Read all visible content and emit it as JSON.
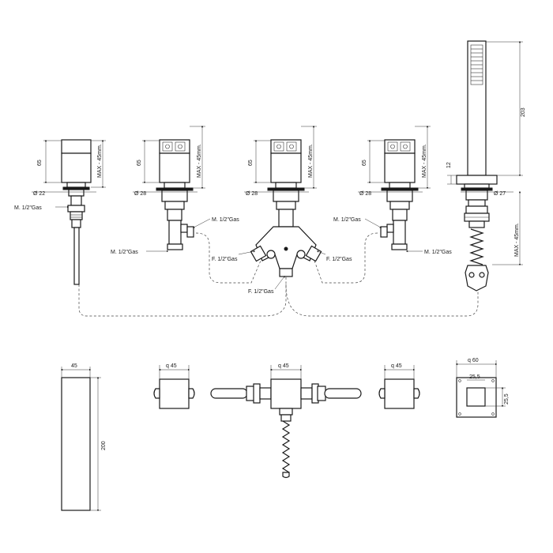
{
  "side_view": {
    "spout": {
      "height": "65",
      "diameter": "Ø 22",
      "thread": "M. 1/2\"Gas",
      "max": "MAX - 45mm."
    },
    "mixer_left": {
      "height": "65",
      "diameter": "Ø 28",
      "thread_side": "M. 1/2\"Gas",
      "thread_bottom": "M. 1/2\"Gas",
      "max": "MAX - 45mm."
    },
    "diverter": {
      "height": "65",
      "diameter": "Ø 28",
      "thread_left": "F. 1/2\"Gas",
      "thread_right": "F. 1/2\"Gas",
      "thread_bottom": "F. 1/2\"Gas",
      "max": "MAX - 45mm."
    },
    "mixer_right": {
      "height": "65",
      "diameter": "Ø 28",
      "thread_side": "M. 1/2\"Gas",
      "thread_bottom": "M. 1/2\"Gas",
      "max": "MAX - 45mm."
    },
    "hand_shower": {
      "length": "203",
      "collar": "12",
      "diameter": "Ø 27",
      "max": "MAX - 45mm."
    }
  },
  "top_view": {
    "spout": {
      "width": "45",
      "length": "200"
    },
    "mixer_left": {
      "width": "q  45"
    },
    "diverter": {
      "width": "q  45"
    },
    "mixer_right": {
      "width": "q  45"
    },
    "holder": {
      "width": "q  60",
      "inner_width": "25,5",
      "inner_height": "25,5"
    }
  }
}
